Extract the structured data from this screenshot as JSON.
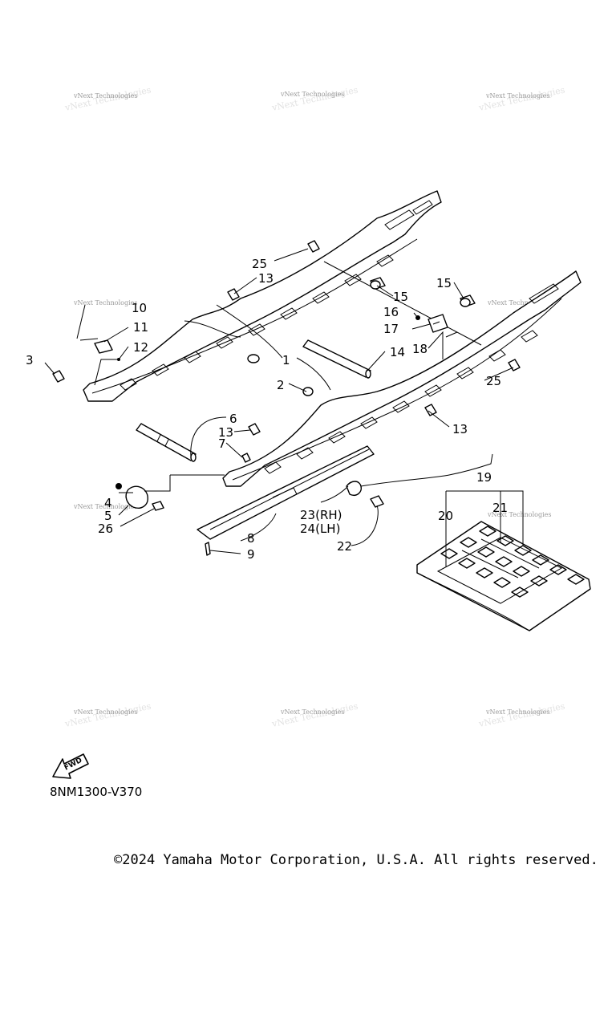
{
  "watermark": {
    "text": "vNext Technologies"
  },
  "callouts": {
    "c1": "1",
    "c2": "2",
    "c3": "3",
    "c4": "4",
    "c5": "5",
    "c6": "6",
    "c7": "7",
    "c8": "8",
    "c9": "9",
    "c10": "10",
    "c11": "11",
    "c12": "12",
    "c13a": "13",
    "c13b": "13",
    "c13c": "13",
    "c14": "14",
    "c15a": "15",
    "c15b": "15",
    "c16": "16",
    "c17": "17",
    "c18": "18",
    "c19": "19",
    "c20": "20",
    "c21": "21",
    "c22": "22",
    "c23": "23(RH)",
    "c24": "24(LH)",
    "c25a": "25",
    "c25b": "25",
    "c26": "26"
  },
  "fwd_label": "FWD",
  "diagram_code": "8NM1300-V370",
  "copyright": "©2024 Yamaha Motor Corporation, U.S.A. All rights reserved."
}
